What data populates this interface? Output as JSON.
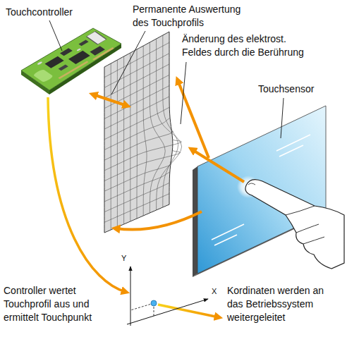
{
  "diagram": {
    "labels": [
      "Touchcontroller",
      "Permanente Auswertung des Touchprofils",
      "Änderung des elektrost. Feldes durch die Berührung",
      "Touchsensor",
      "Controller wertet Touchprofil aus und ermittelt Touchpunkt",
      "Kordinaten werden an das Betriebssystem weitergeleitet",
      "Y",
      "X"
    ]
  }
}
